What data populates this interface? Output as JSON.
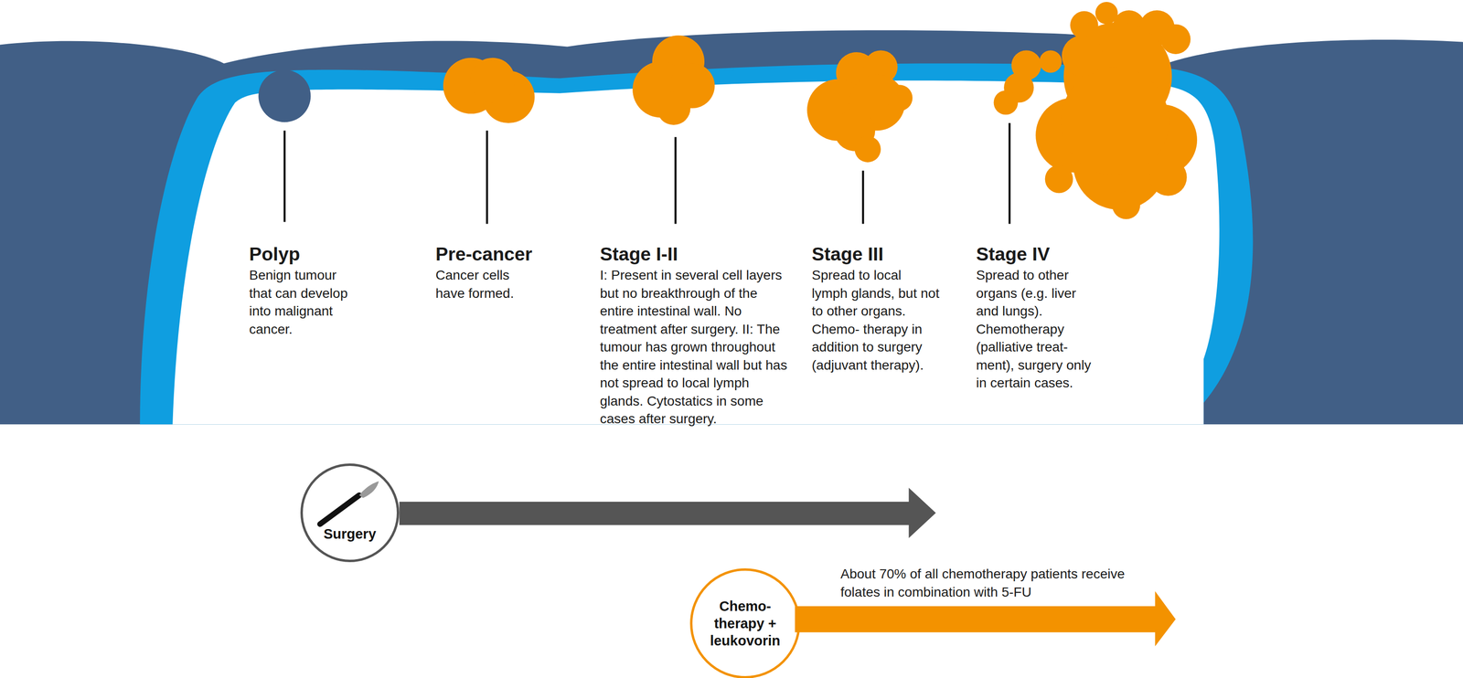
{
  "diagram": {
    "nodes": [
      {
        "text": [
          "Surgery"
        ]
      },
      {
        "text": [
          "Chemo- therapy + leukovorin"
        ]
      }
    ],
    "labels": [
      "Polyp",
      "Benign tumour that can develop into malignant cancer.",
      "Pre-cancer",
      "Cancer cells have formed.",
      "Stage I-II",
      "I: Present in several cell layers but no breakthrough of the entire intestinal wall. No treatment after surgery. II: The tumour has grown throughout the entire intestinal wall but has not spread to local lymph glands. Cytostatics in some cases after surgery.",
      "Stage III",
      "Spread to local lymph glands, but not to other organs. Chemo- therapy in addition to surgery (adjuvant therapy).",
      "Stage IV",
      "Spread to other organs (e.g. liver and lungs). Chemotherapy (palliative treat- ment), surgery only in certain cases.",
      "About 70% of all chemotherapy patients receive folates in combination with 5-FU"
    ]
  }
}
